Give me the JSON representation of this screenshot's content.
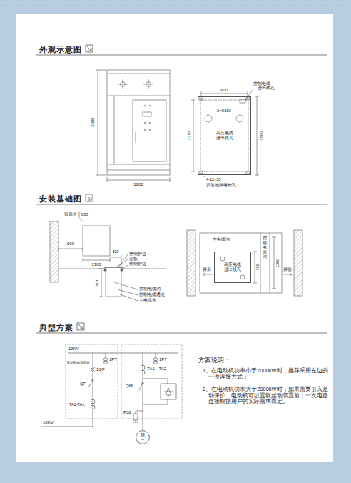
{
  "diagram": {
    "nodes": [
      {
        "text": [
          "高压电缆进出线孔"
        ]
      },
      {
        "text": [
          "高压电缆进出线孔"
        ]
      },
      {
        "text": [
          "M",
          "~"
        ]
      }
    ],
    "labels": [
      "外观示意图",
      "2300",
      "1200",
      "900",
      "控制电缆进出线孔",
      "2×Φ150",
      "1370",
      "1600",
      "4-12×30",
      "安装地脚螺栓孔",
      "安装基础图",
      "留后大于800",
      "600",
      "1300",
      "320",
      "槽钢护边",
      "盖板",
      "角钢护边",
      "800",
      "控制电缆沟",
      "控制电缆通道",
      "主电缆沟",
      "主电缆沟",
      "控制电缆沟",
      "屏后",
      "屏前",
      "400",
      "1300",
      "典型方案",
      "10KV",
      "6/10KA/10KA",
      "1QF",
      "1PT",
      "QF",
      "TA1-TA1",
      "1PT",
      "TA1、TA2",
      "QM",
      "FS2",
      "10KV",
      "方案说明：",
      "1、在电动机功率小于2000kW时，推荐采用左边的一次连接方式；",
      "2、在电动机功率大于2000kW时，如果需要引入差动保护，电动机可以置软起动装置前；一次电路连接根据用户的实际需求而定。"
    ]
  }
}
